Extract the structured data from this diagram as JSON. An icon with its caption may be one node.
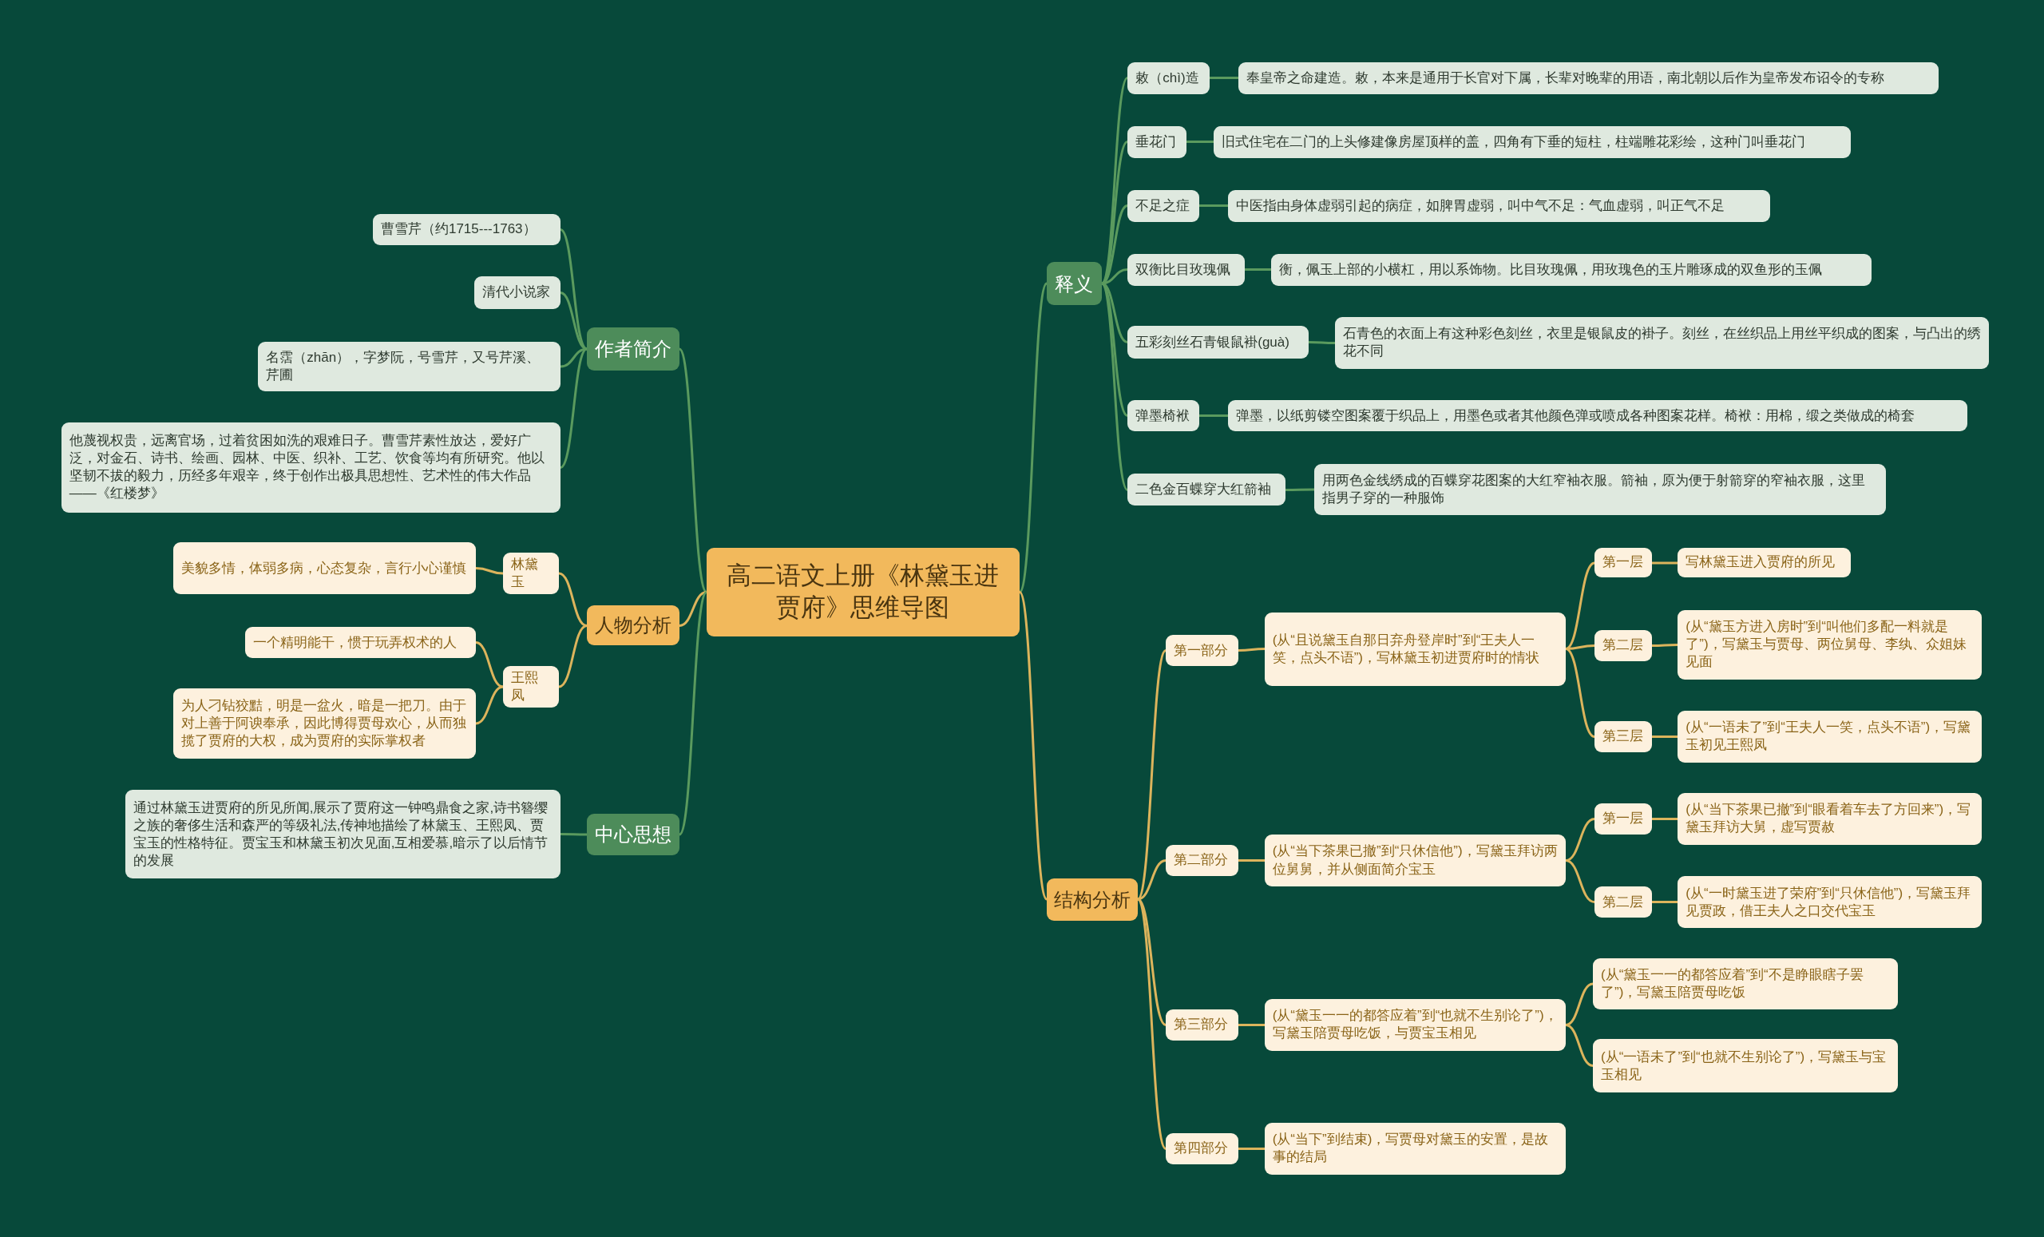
{
  "diagram": {
    "nodes": [
      {
        "text": [
          "高二语文上册《林黛玉进贾府》思维导图"
        ]
      },
      {
        "text": [
          "作者简介"
        ]
      },
      {
        "text": [
          "曹雪芹（约1715---1763）"
        ]
      },
      {
        "text": [
          "清代小说家"
        ]
      },
      {
        "text": [
          "名霑（zhān），字梦阮，号雪芹，又号芹溪、芹圃"
        ]
      },
      {
        "text": [
          "他蔑视权贵，远离官场，过着贫困如洗的艰难日子。曹雪芹素性放达，爱好广泛，对金石、诗书、绘画、园林、中医、织补、工艺、饮食等均有所研究。他以坚韧不拔的毅力，历经多年艰辛，终于创作出极具思想性、艺术性的伟大作品——《红楼梦》"
        ]
      },
      {
        "text": [
          "人物分析"
        ]
      },
      {
        "text": [
          "林黛玉"
        ]
      },
      {
        "text": [
          "美貌多情，体弱多病，心态复杂，言行小心谨慎"
        ]
      },
      {
        "text": [
          "王熙凤"
        ]
      },
      {
        "text": [
          "一个精明能干，惯于玩弄权术的人"
        ]
      },
      {
        "text": [
          "为人刁钻狡黠，明是一盆火，暗是一把刀。由于对上善于阿谀奉承，因此博得贾母欢心，从而独揽了贾府的大权，成为贾府的实际掌权者"
        ]
      },
      {
        "text": [
          "中心思想"
        ]
      },
      {
        "text": [
          "通过林黛玉进贾府的所见所闻,展示了贾府这一钟鸣鼎食之家,诗书簪缨之族的奢侈生活和森严的等级礼法,传神地描绘了林黛玉、王熙凤、贾宝玉的性格特征。贾宝玉和林黛玉初次见面,互相爱慕,暗示了以后情节的发展"
        ]
      },
      {
        "text": [
          "释义"
        ]
      },
      {
        "text": [
          "敕（chì)造"
        ]
      },
      {
        "text": [
          "奉皇帝之命建造。敕，本来是通用于长官对下属，长辈对晚辈的用语，南北朝以后作为皇帝发布诏令的专称"
        ]
      },
      {
        "text": [
          "垂花门"
        ]
      },
      {
        "text": [
          "旧式住宅在二门的上头修建像房屋顶样的盖，四角有下垂的短柱，柱端雕花彩绘，这种门叫垂花门"
        ]
      },
      {
        "text": [
          "不足之症"
        ]
      },
      {
        "text": [
          "中医指由身体虚弱引起的病症，如脾胃虚弱，叫中气不足：气血虚弱，叫正气不足"
        ]
      },
      {
        "text": [
          "双衡比目玫瑰佩"
        ]
      },
      {
        "text": [
          "衡，佩玉上部的小横杠，用以系饰物。比目玫瑰佩，用玫瑰色的玉片雕琢成的双鱼形的玉佩"
        ]
      },
      {
        "text": [
          "五彩刻丝石青银鼠褂(guà)"
        ]
      },
      {
        "text": [
          "石青色的衣面上有这种彩色刻丝，衣里是银鼠皮的褂子。刻丝，在丝织品上用丝平织成的图案，与凸出的绣花不同"
        ]
      },
      {
        "text": [
          "弹墨椅袱"
        ]
      },
      {
        "text": [
          "弹墨，以纸剪镂空图案覆于织品上，用墨色或者其他颜色弹或喷成各种图案花样。椅袱：用棉，缎之类做成的椅套"
        ]
      },
      {
        "text": [
          "二色金百蝶穿大红箭袖"
        ]
      },
      {
        "text": [
          "用两色金线绣成的百蝶穿花图案的大红窄袖衣服。箭袖，原为便于射箭穿的窄袖衣服，这里指男子穿的一种服饰"
        ]
      },
      {
        "text": [
          "结构分析"
        ]
      },
      {
        "text": [
          "第一部分"
        ]
      },
      {
        "text": [
          "(从“且说黛玉自那日弃舟登岸时”到“王夫人一笑，点头不语”)，写林黛玉初进贾府时的情状"
        ]
      },
      {
        "text": [
          "第一层"
        ]
      },
      {
        "text": [
          "写林黛玉进入贾府的所见"
        ]
      },
      {
        "text": [
          "第二层"
        ]
      },
      {
        "text": [
          "(从“黛玉方进入房时”到“叫他们多配一料就是了”)，写黛玉与贾母、两位舅母、李纨、众姐妹见面"
        ]
      },
      {
        "text": [
          "第三层"
        ]
      },
      {
        "text": [
          "(从“一语未了”到“王夫人一笑，点头不语”)，写黛玉初见王熙凤"
        ]
      },
      {
        "text": [
          "第二部分"
        ]
      },
      {
        "text": [
          "(从“当下茶果已撤”到“只休信他”)，写黛玉拜访两位舅舅，并从侧面简介宝玉"
        ]
      },
      {
        "text": [
          "第一层"
        ]
      },
      {
        "text": [
          "(从“当下茶果已撤”到“眼看着车去了方回来”)，写黛玉拜访大舅，虚写贾赦"
        ]
      },
      {
        "text": [
          "第二层"
        ]
      },
      {
        "text": [
          "(从“一时黛玉进了荣府”到“只休信他”)，写黛玉拜见贾政，借王夫人之口交代宝玉"
        ]
      },
      {
        "text": [
          "第三部分"
        ]
      },
      {
        "text": [
          "(从“黛玉一一的都答应着”到“也就不生别论了”)，写黛玉陪贾母吃饭，与贾宝玉相见"
        ]
      },
      {
        "text": [
          "(从“黛玉一一的都答应着”到“不是睁眼瞎子罢了”)，写黛玉陪贾母吃饭"
        ]
      },
      {
        "text": [
          "(从“一语未了”到“也就不生别论了”)，写黛玉与宝玉相见"
        ]
      },
      {
        "text": [
          "第四部分"
        ]
      },
      {
        "text": [
          "(从“当下”到结束)，写贾母对黛玉的安置，是故事的结局"
        ]
      }
    ],
    "edges": [
      {
        "from": 0,
        "to": 1,
        "arrow": "none",
        "color": "#5a9a5e"
      },
      {
        "from": 1,
        "to": 2,
        "arrow": "none",
        "color": "#5a9a5e"
      },
      {
        "from": 1,
        "to": 3,
        "arrow": "none",
        "color": "#5a9a5e"
      },
      {
        "from": 1,
        "to": 4,
        "arrow": "none",
        "color": "#5a9a5e"
      },
      {
        "from": 1,
        "to": 5,
        "arrow": "none",
        "color": "#5a9a5e"
      },
      {
        "from": 0,
        "to": 6,
        "arrow": "none"
      },
      {
        "from": 6,
        "to": 7,
        "arrow": "none"
      },
      {
        "from": 7,
        "to": 8,
        "arrow": "none"
      },
      {
        "from": 6,
        "to": 9,
        "arrow": "none"
      },
      {
        "from": 9,
        "to": 10,
        "arrow": "none"
      },
      {
        "from": 9,
        "to": 11,
        "arrow": "none"
      },
      {
        "from": 0,
        "to": 12,
        "arrow": "none",
        "color": "#5a9a5e"
      },
      {
        "from": 12,
        "to": 13,
        "arrow": "none",
        "color": "#5a9a5e"
      },
      {
        "from": 0,
        "to": 14,
        "arrow": "none",
        "color": "#5a9a5e"
      },
      {
        "from": 14,
        "to": 15,
        "arrow": "none",
        "color": "#5a9a5e"
      },
      {
        "from": 15,
        "to": 16,
        "arrow": "none",
        "color": "#5a9a5e"
      },
      {
        "from": 14,
        "to": 17,
        "arrow": "none",
        "color": "#5a9a5e"
      },
      {
        "from": 17,
        "to": 18,
        "arrow": "none",
        "color": "#5a9a5e"
      },
      {
        "from": 14,
        "to": 19,
        "arrow": "none",
        "color": "#5a9a5e"
      },
      {
        "from": 19,
        "to": 20,
        "arrow": "none",
        "color": "#5a9a5e"
      },
      {
        "from": 14,
        "to": 21,
        "arrow": "none",
        "color": "#5a9a5e"
      },
      {
        "from": 21,
        "to": 22,
        "arrow": "none",
        "color": "#5a9a5e"
      },
      {
        "from": 14,
        "to": 23,
        "arrow": "none",
        "color": "#5a9a5e"
      },
      {
        "from": 23,
        "to": 24,
        "arrow": "none",
        "color": "#5a9a5e"
      },
      {
        "from": 14,
        "to": 25,
        "arrow": "none",
        "color": "#5a9a5e"
      },
      {
        "from": 25,
        "to": 26,
        "arrow": "none",
        "color": "#5a9a5e"
      },
      {
        "from": 14,
        "to": 27,
        "arrow": "none",
        "color": "#5a9a5e"
      },
      {
        "from": 27,
        "to": 28,
        "arrow": "none",
        "color": "#5a9a5e"
      },
      {
        "from": 0,
        "to": 29,
        "arrow": "none"
      },
      {
        "from": 29,
        "to": 30,
        "arrow": "none"
      },
      {
        "from": 30,
        "to": 31,
        "arrow": "none"
      },
      {
        "from": 31,
        "to": 32,
        "arrow": "none"
      },
      {
        "from": 32,
        "to": 33,
        "arrow": "none"
      },
      {
        "from": 31,
        "to": 34,
        "arrow": "none"
      },
      {
        "from": 34,
        "to": 35,
        "arrow": "none"
      },
      {
        "from": 31,
        "to": 36,
        "arrow": "none"
      },
      {
        "from": 36,
        "to": 37,
        "arrow": "none"
      },
      {
        "from": 29,
        "to": 38,
        "arrow": "none"
      },
      {
        "from": 38,
        "to": 39,
        "arrow": "none"
      },
      {
        "from": 39,
        "to": 40,
        "arrow": "none"
      },
      {
        "from": 40,
        "to": 41,
        "arrow": "none"
      },
      {
        "from": 39,
        "to": 42,
        "arrow": "none"
      },
      {
        "from": 42,
        "to": 43,
        "arrow": "none"
      },
      {
        "from": 29,
        "to": 44,
        "arrow": "none"
      },
      {
        "from": 44,
        "to": 45,
        "arrow": "none"
      },
      {
        "from": 45,
        "to": 46,
        "arrow": "none"
      },
      {
        "from": 45,
        "to": 47,
        "arrow": "none"
      },
      {
        "from": 29,
        "to": 48,
        "arrow": "none"
      },
      {
        "from": 48,
        "to": 49,
        "arrow": "none"
      }
    ]
  }
}
